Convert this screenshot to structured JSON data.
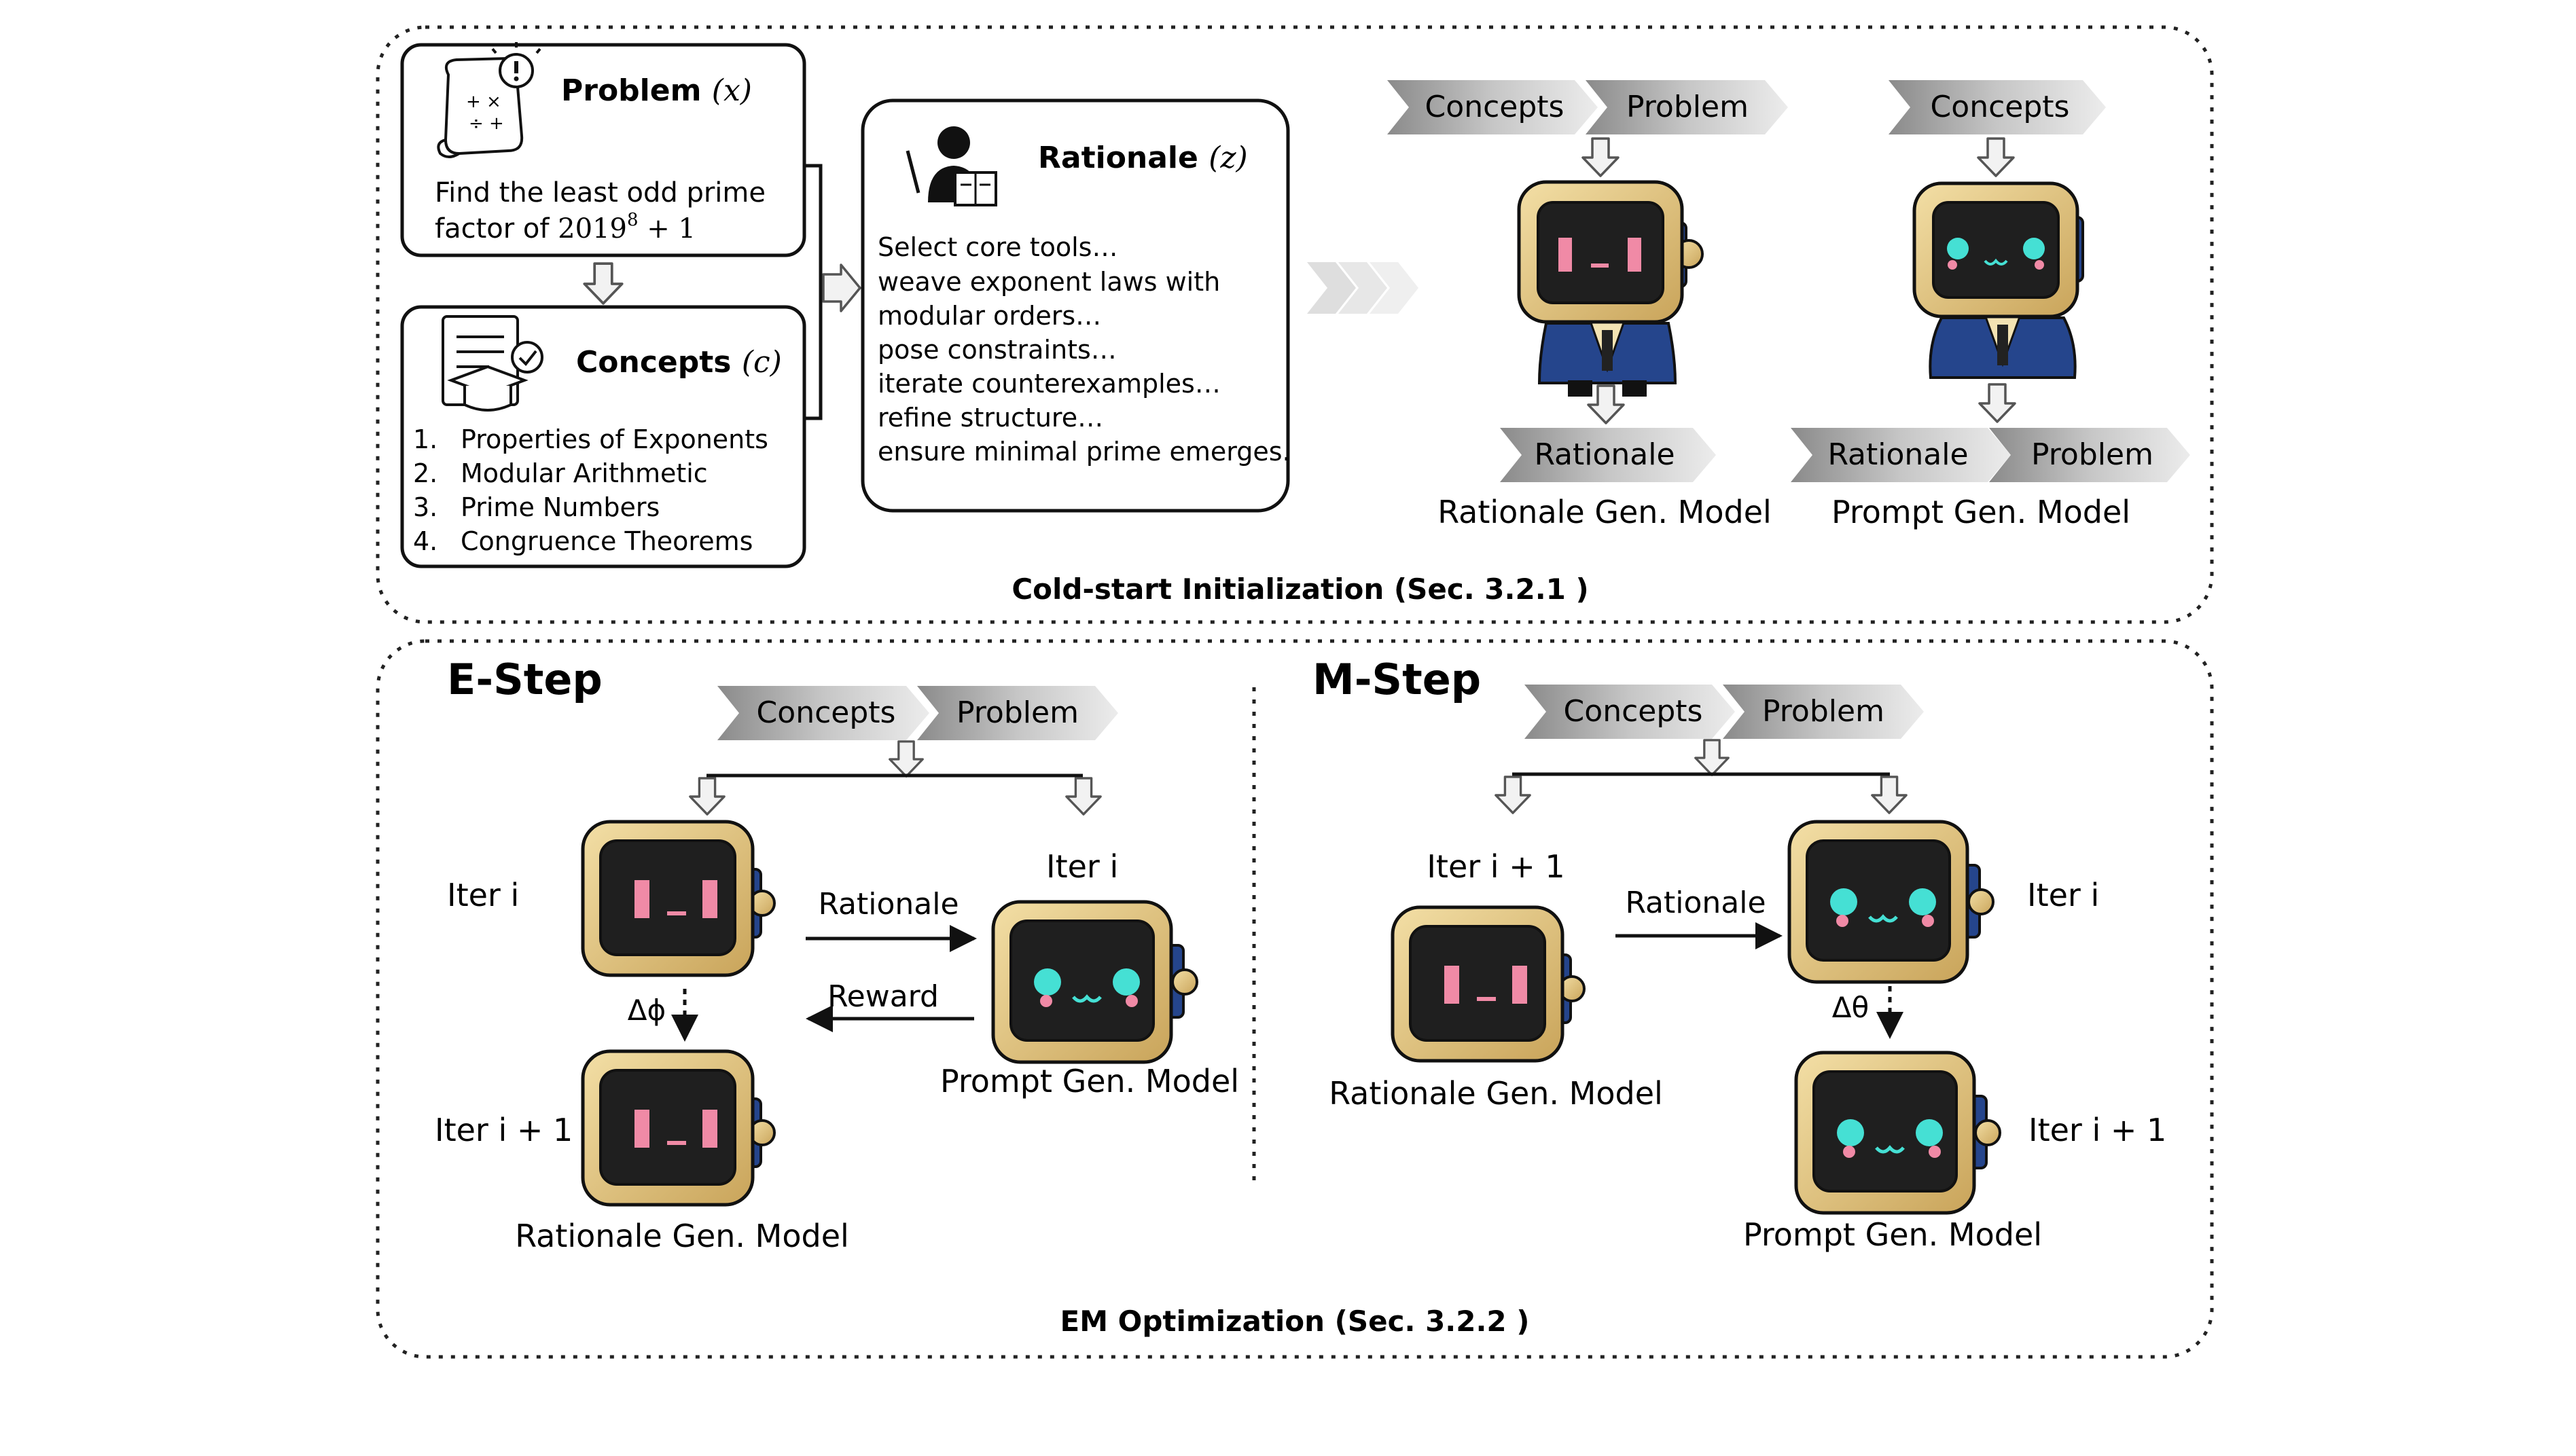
{
  "cold_start": {
    "caption": "Cold-start Initialization (Sec. 3.2.1 )",
    "problem_box": {
      "title": "Problem",
      "var": "(x)",
      "text_line1": "Find the least odd prime",
      "text_line2_prefix": "factor of ",
      "text_line2_math": "2019",
      "text_line2_sup": "8",
      "text_line2_suffix": " + 1"
    },
    "concepts_box": {
      "title": "Concepts",
      "var": "(c)",
      "items": [
        {
          "num": "1.",
          "label": "Properties of Exponents"
        },
        {
          "num": "2.",
          "label": "Modular Arithmetic"
        },
        {
          "num": "3.",
          "label": "Prime Numbers"
        },
        {
          "num": "4.",
          "label": "Congruence Theorems"
        }
      ]
    },
    "rationale_box": {
      "title": "Rationale",
      "var": "(z)",
      "lines": [
        "Select core tools…",
        "weave exponent laws with",
        "modular orders…",
        "pose constraints…",
        "iterate counterexamples…",
        "refine structure…",
        "ensure minimal prime emerges."
      ]
    },
    "rationale_model": {
      "inputs": [
        "Concepts",
        "Problem"
      ],
      "output": "Rationale",
      "label": "Rationale Gen. Model"
    },
    "prompt_model": {
      "inputs": [
        "Concepts"
      ],
      "outputs": [
        "Rationale",
        "Problem"
      ],
      "label": "Prompt Gen. Model"
    }
  },
  "em": {
    "caption": "EM Optimization (Sec. 3.2.2 )",
    "e_step": {
      "title": "E-Step",
      "inputs": [
        "Concepts",
        "Problem"
      ],
      "iter_i": "Iter i",
      "iter_next": "Iter i + 1",
      "rationale_edge": "Rationale",
      "reward_edge": "Reward",
      "delta": "Δϕ",
      "rationale_model_label": "Rationale Gen. Model",
      "prompt_model_label": "Prompt Gen. Model"
    },
    "m_step": {
      "title": "M-Step",
      "inputs": [
        "Concepts",
        "Problem"
      ],
      "iter_next": "Iter i + 1",
      "iter_i": "Iter i",
      "iter_i_plus": "Iter i + 1",
      "rationale_edge": "Rationale",
      "delta": "Δθ",
      "rationale_model_label": "Rationale Gen. Model",
      "prompt_model_label": "Prompt Gen. Model"
    }
  }
}
